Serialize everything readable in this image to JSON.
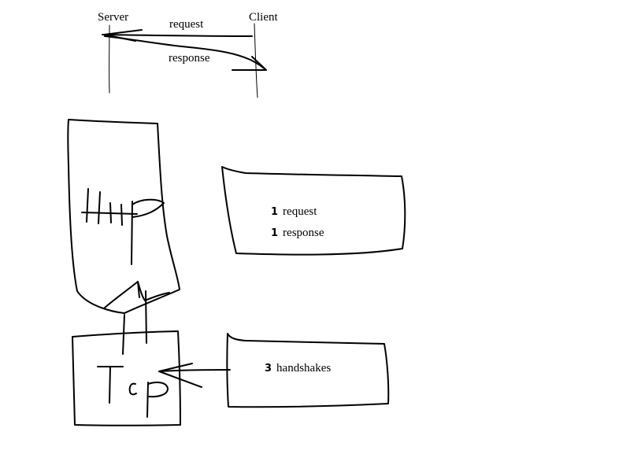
{
  "sequence": {
    "left_actor": "Server",
    "right_actor": "Client",
    "request_label": "request",
    "response_label": "response"
  },
  "http_block": {
    "handwritten_text": "Http"
  },
  "tcp_block": {
    "handwritten_text": "Tcp"
  },
  "http_note": {
    "lines": [
      {
        "count": "1",
        "text": "request"
      },
      {
        "count": "1",
        "text": "response"
      }
    ]
  },
  "tcp_note": {
    "lines": [
      {
        "count": "3",
        "text": "handshakes"
      }
    ]
  },
  "colors": {
    "background": "#ffffff",
    "ink": "#000000"
  }
}
